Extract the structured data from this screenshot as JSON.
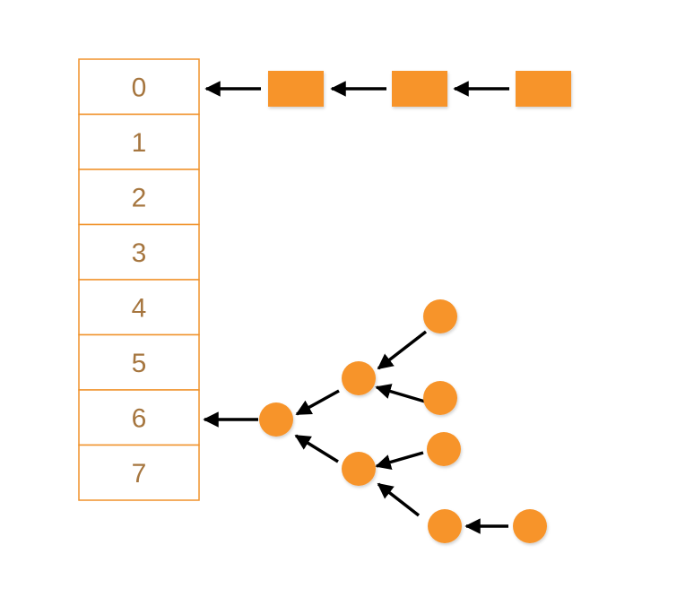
{
  "colors": {
    "node_fill": "#f7942c",
    "cell_border": "#f0922b",
    "label_text": "#a6763f",
    "arrow": "#000000"
  },
  "table": {
    "cells": [
      "0",
      "1",
      "2",
      "3",
      "4",
      "5",
      "6",
      "7"
    ]
  },
  "chains": {
    "list": {
      "bucket": "0",
      "node_shape": "rectangle",
      "node_count": 3
    },
    "tree": {
      "bucket": "6",
      "node_shape": "circle",
      "node_count": 8
    }
  }
}
